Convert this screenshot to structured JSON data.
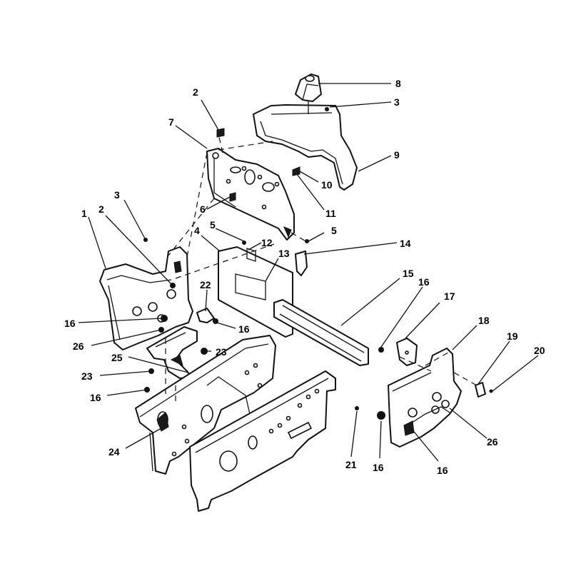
{
  "diagram": {
    "callouts": {
      "c8": "8",
      "c3a": "3",
      "c2a": "2",
      "c7": "7",
      "c9": "9",
      "c10": "10",
      "c11": "11",
      "c6": "6",
      "c3b": "3",
      "c1": "1",
      "c2b": "2",
      "c4": "4",
      "c5a": "5",
      "c5b": "5",
      "c12": "12",
      "c13": "13",
      "c14": "14",
      "c15": "15",
      "c16a": "16",
      "c17": "17",
      "c18": "18",
      "c19": "19",
      "c20": "20",
      "c22": "22",
      "c16b": "16",
      "c16c": "16",
      "c26a": "26",
      "c25": "25",
      "c23a": "23",
      "c23b": "23",
      "c16d": "16",
      "c24": "24",
      "c21": "21",
      "c16e": "16",
      "c16f": "16",
      "c26b": "26"
    }
  }
}
